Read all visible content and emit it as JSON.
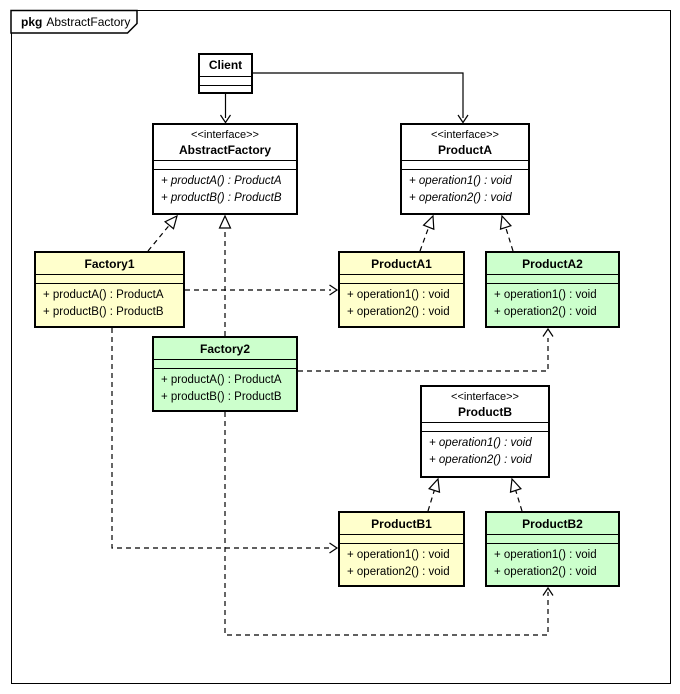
{
  "package": {
    "keyword": "pkg",
    "name": "AbstractFactory"
  },
  "colors": {
    "border": "#000000",
    "background": "#FFFFFF",
    "interface_fill": "#FFFFFF",
    "family1_fill": "#FFFFCC",
    "family2_fill": "#CCFFCC"
  },
  "classes": {
    "client": {
      "name": "Client"
    },
    "abstract_factory": {
      "stereotype": "<<interface>>",
      "name": "AbstractFactory",
      "methods": [
        "+ productA() : ProductA",
        "+ productB() : ProductB"
      ]
    },
    "product_a": {
      "stereotype": "<<interface>>",
      "name": "ProductA",
      "methods": [
        "+ operation1() : void",
        "+ operation2() : void"
      ]
    },
    "factory1": {
      "name": "Factory1",
      "methods": [
        "+ productA() : ProductA",
        "+ productB() : ProductB"
      ]
    },
    "factory2": {
      "name": "Factory2",
      "methods": [
        "+ productA() : ProductA",
        "+ productB() : ProductB"
      ]
    },
    "product_a1": {
      "name": "ProductA1",
      "methods": [
        "+ operation1() : void",
        "+ operation2() : void"
      ]
    },
    "product_a2": {
      "name": "ProductA2",
      "methods": [
        "+ operation1() : void",
        "+ operation2() : void"
      ]
    },
    "product_b": {
      "stereotype": "<<interface>>",
      "name": "ProductB",
      "methods": [
        "+ operation1() : void",
        "+ operation2() : void"
      ]
    },
    "product_b1": {
      "name": "ProductB1",
      "methods": [
        "+ operation1() : void",
        "+ operation2() : void"
      ]
    },
    "product_b2": {
      "name": "ProductB2",
      "methods": [
        "+ operation1() : void",
        "+ operation2() : void"
      ]
    }
  },
  "relationships": [
    {
      "from": "Client",
      "to": "AbstractFactory",
      "type": "directed-association",
      "line": "solid",
      "head": "open"
    },
    {
      "from": "Client",
      "to": "ProductA",
      "type": "directed-association",
      "line": "solid",
      "head": "open"
    },
    {
      "from": "Factory1",
      "to": "AbstractFactory",
      "type": "realization",
      "line": "dashed",
      "head": "hollow-triangle"
    },
    {
      "from": "Factory2",
      "to": "AbstractFactory",
      "type": "realization",
      "line": "dashed",
      "head": "hollow-triangle"
    },
    {
      "from": "ProductA1",
      "to": "ProductA",
      "type": "realization",
      "line": "dashed",
      "head": "hollow-triangle"
    },
    {
      "from": "ProductA2",
      "to": "ProductA",
      "type": "realization",
      "line": "dashed",
      "head": "hollow-triangle"
    },
    {
      "from": "ProductB1",
      "to": "ProductB",
      "type": "realization",
      "line": "dashed",
      "head": "hollow-triangle"
    },
    {
      "from": "ProductB2",
      "to": "ProductB",
      "type": "realization",
      "line": "dashed",
      "head": "hollow-triangle"
    },
    {
      "from": "Factory1",
      "to": "ProductA1",
      "type": "dependency",
      "line": "dashed",
      "head": "open"
    },
    {
      "from": "Factory1",
      "to": "ProductB1",
      "type": "dependency",
      "line": "dashed",
      "head": "open"
    },
    {
      "from": "Factory2",
      "to": "ProductA2",
      "type": "dependency",
      "line": "dashed",
      "head": "open"
    },
    {
      "from": "Factory2",
      "to": "ProductB2",
      "type": "dependency",
      "line": "dashed",
      "head": "open"
    }
  ]
}
